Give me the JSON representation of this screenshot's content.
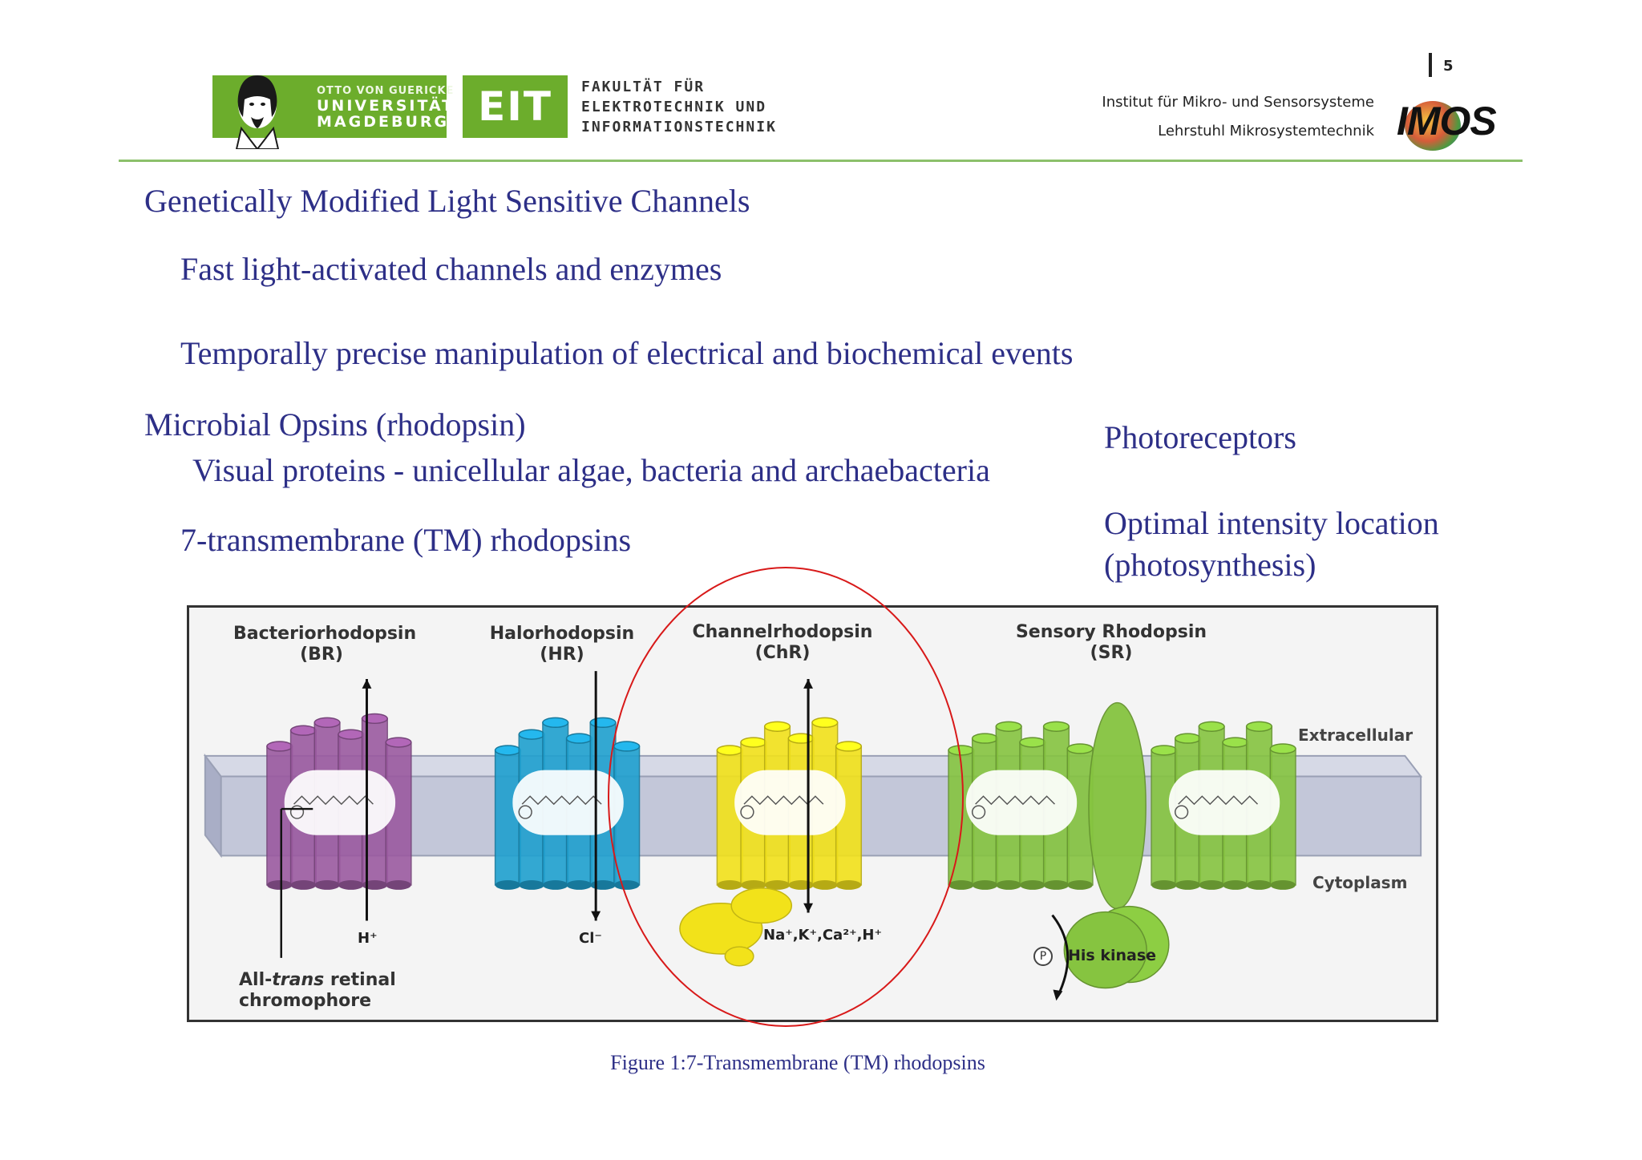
{
  "header": {
    "university_line1": "OTTO VON GUERICKE",
    "university_line2": "UNIVERSITÄT",
    "university_line3": "MAGDEBURG",
    "eit_logo": "EIT",
    "faculty_line1": "FAKULTÄT FÜR",
    "faculty_line2": "ELEKTROTECHNIK UND",
    "faculty_line3": "INFORMATIONSTECHNIK",
    "institute_line1": "Institut für Mikro- und Sensorsysteme",
    "institute_line2": "Lehrstuhl Mikrosystemtechnik",
    "imos_logo": "IMOS",
    "page_number": "5",
    "brand_green": "#6cad2c"
  },
  "slide": {
    "heading": "Genetically Modified Light Sensitive Channels",
    "bullet1": "Fast light-activated channels and enzymes",
    "bullet2": "Temporally precise manipulation of electrical and biochemical events",
    "heading2": "Microbial Opsins  (rhodopsin)",
    "bullet3": "Visual proteins - unicellular algae, bacteria and archaebacteria",
    "bullet4": "7-transmembrane (TM) rhodopsins",
    "right1": "Photoreceptors",
    "right2_line1": "Optimal intensity location",
    "right2_line2": "(photosynthesis)",
    "text_color": "#2d2f87"
  },
  "figure": {
    "proteins": [
      {
        "name": "Bacteriorhodopsin",
        "abbr": "(BR)",
        "ion": "H⁺",
        "color": "#9b5aa0"
      },
      {
        "name": "Halorhodopsin",
        "abbr": "(HR)",
        "ion": "Cl⁻",
        "color": "#1fa0cf"
      },
      {
        "name": "Channelrhodopsin",
        "abbr": "(ChR)",
        "ion": "Na⁺,K⁺,Ca²⁺,H⁺",
        "color": "#f2e21a"
      },
      {
        "name": "Sensory Rhodopsin",
        "abbr": "(SR)",
        "ion": "",
        "color": "#86c440"
      }
    ],
    "extracellular": "Extracellular",
    "cytoplasm": "Cytoplasm",
    "chromophore_line1_a": "All-",
    "chromophore_line1_b": "trans",
    "chromophore_line1_c": " retinal",
    "chromophore_line2": "chromophore",
    "kinase": "His kinase",
    "phospho": "P",
    "highlight_color": "#d81919"
  },
  "caption": "Figure 1:7-Transmembrane (TM) rhodopsins"
}
